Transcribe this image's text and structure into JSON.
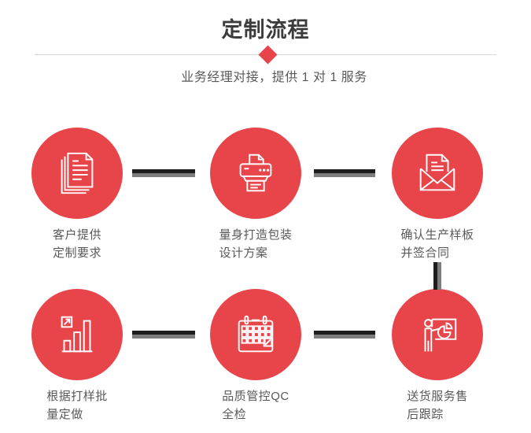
{
  "page": {
    "title": "定制流程",
    "subtitle": "业务经理对接，提供 1 对 1 服务"
  },
  "colors": {
    "accent_red": "#e8454b",
    "connector_dark": "#1d1d1d",
    "connector_gray": "#7d7d7d",
    "divider": "#d8d8d8",
    "title_text": "#3c3c3c",
    "body_text": "#595959"
  },
  "steps": [
    {
      "icon": "documents-icon",
      "caption_line1": "客户提供",
      "caption_line2": "定制要求"
    },
    {
      "icon": "printer-icon",
      "caption_line1": "量身打造包装",
      "caption_line2": "设计方案"
    },
    {
      "icon": "envelope-icon",
      "caption_line1": "确认生产样板",
      "caption_line2": "并签合同"
    },
    {
      "icon": "bar-chart-icon",
      "caption_line1": "根据打样批",
      "caption_line2": "量定做"
    },
    {
      "icon": "calendar-icon",
      "caption_line1": "品质管控QC",
      "caption_line2": "全检"
    },
    {
      "icon": "presentation-icon",
      "caption_line1": "送货服务售",
      "caption_line2": "后跟踪"
    }
  ]
}
